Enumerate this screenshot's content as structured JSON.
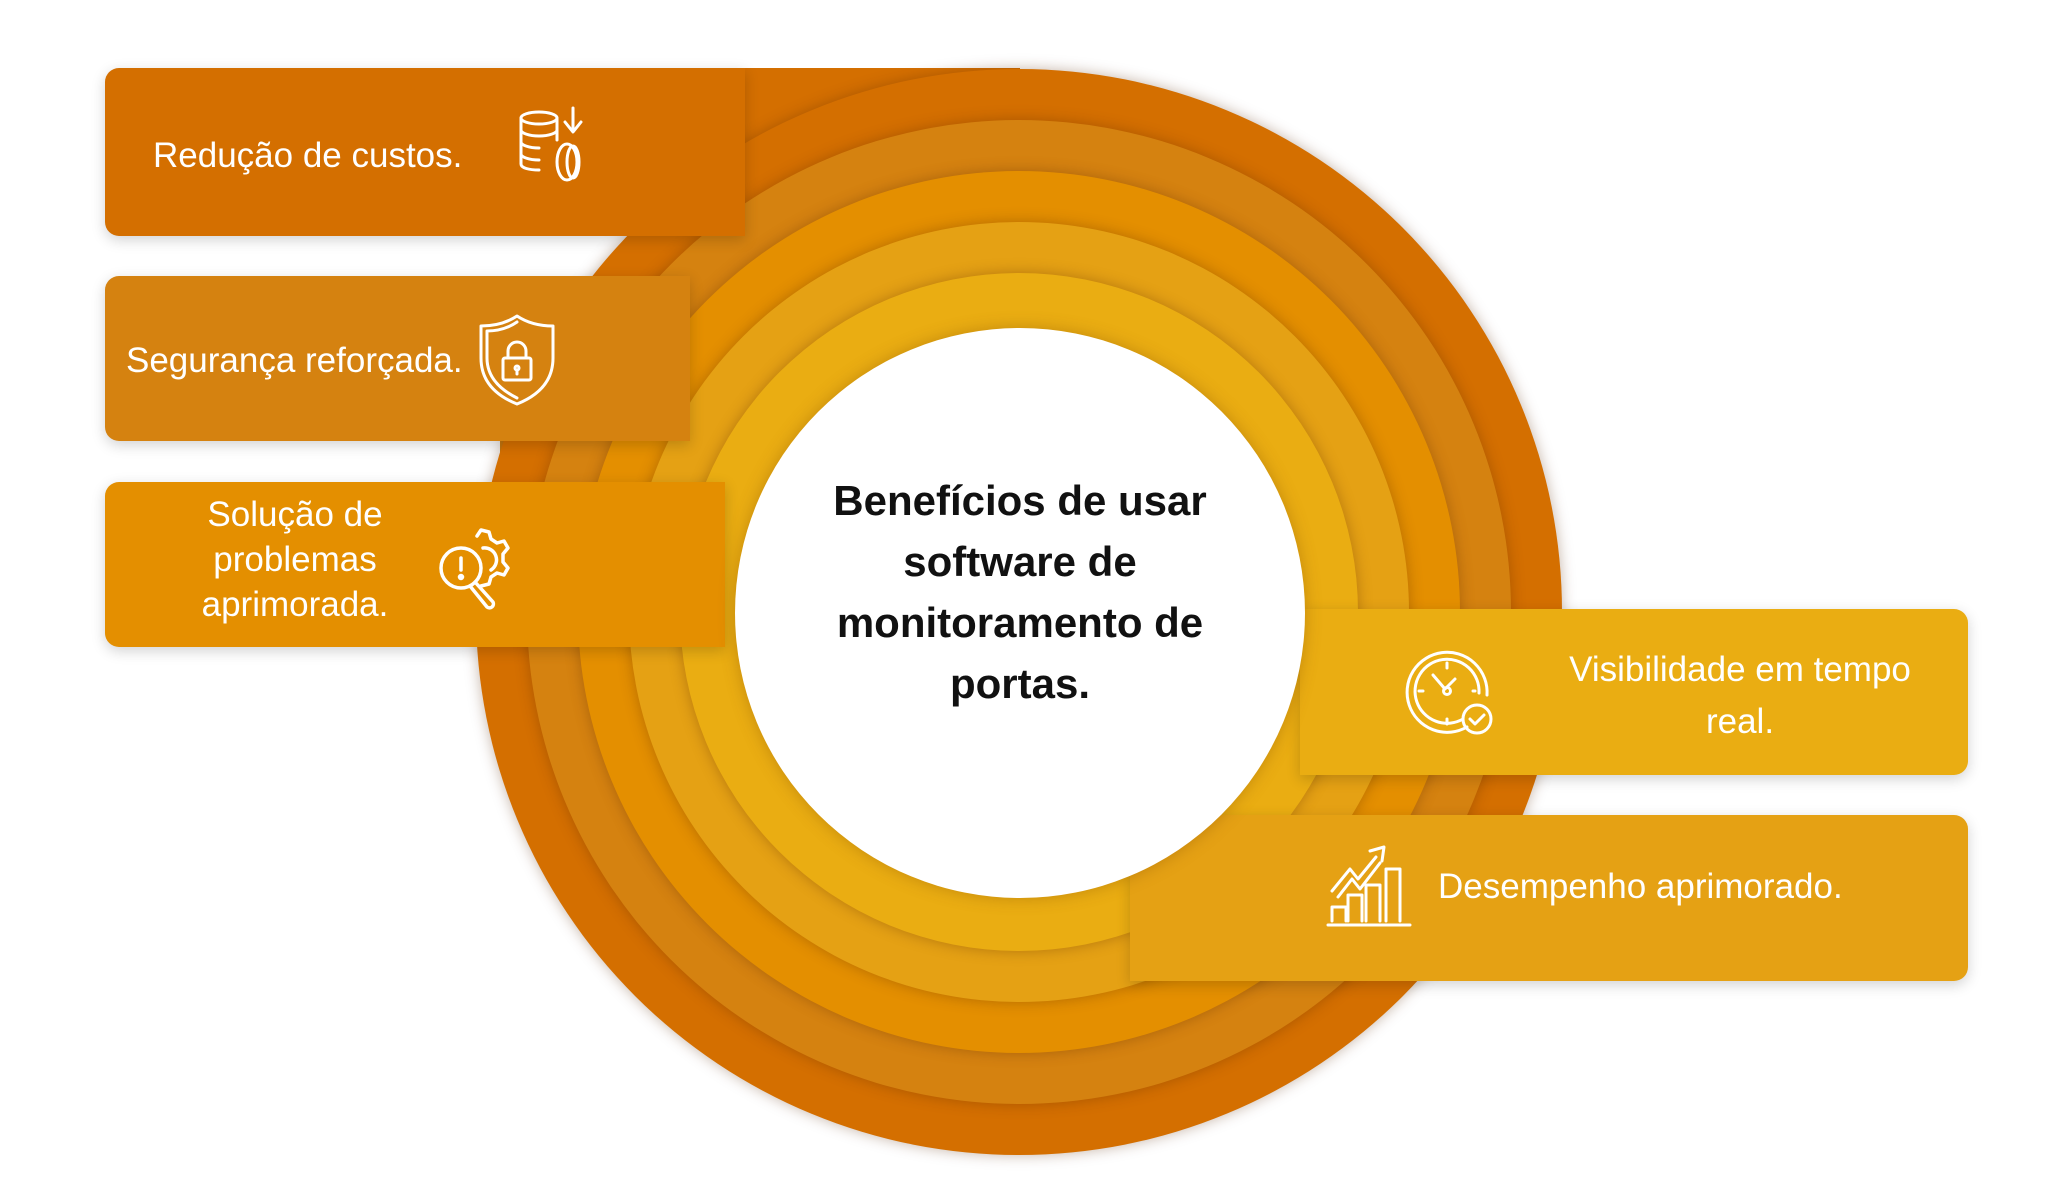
{
  "center": {
    "title_lines": [
      "Benefícios de usar",
      "software de",
      "monitoramento de",
      "portas."
    ]
  },
  "benefits": [
    {
      "label": "Redução de custos.",
      "icon": "coins-down-icon",
      "color": "#D46F00"
    },
    {
      "label": "Segurança reforçada.",
      "icon": "shield-lock-icon",
      "color": "#D58210"
    },
    {
      "label_lines": [
        "Solução de",
        "problemas",
        "aprimorada."
      ],
      "label": "Solução de problemas aprimorada.",
      "icon": "magnifier-gear-alert-icon",
      "color": "#E48F00"
    },
    {
      "label_lines": [
        "Visibilidade em tempo",
        "real."
      ],
      "label": "Visibilidade em tempo real.",
      "icon": "clock-check-icon",
      "color": "#EAAD12"
    },
    {
      "label": "Desempenho aprimorado.",
      "icon": "growth-chart-icon",
      "color": "#E5A114"
    }
  ],
  "rings": {
    "colors": [
      "#D46F00",
      "#D58210",
      "#E48F00",
      "#E5A114",
      "#EAAD12"
    ],
    "center_color": "#FFFFFF"
  }
}
